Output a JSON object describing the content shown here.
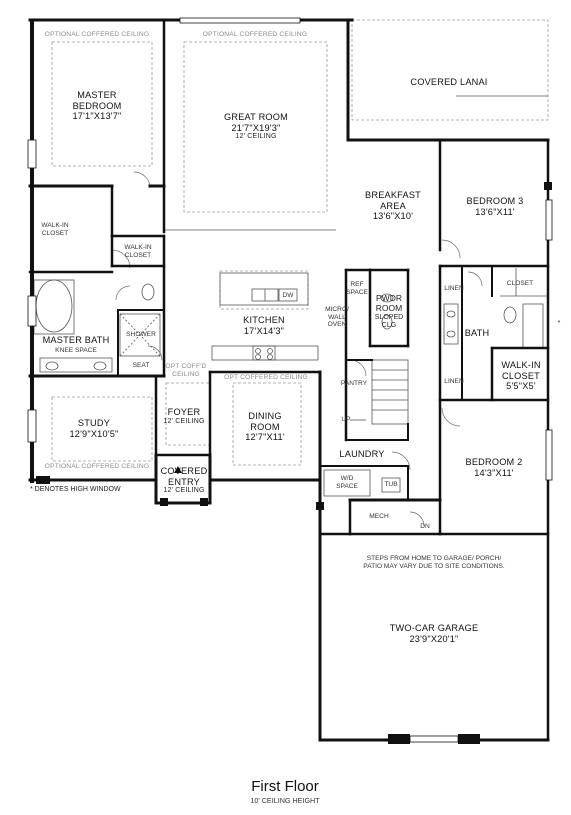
{
  "plan": {
    "title": "First Floor",
    "subtitle": "10' CEILING HEIGHT",
    "high_window_note": "* DENOTES HIGH WINDOW",
    "rooms": {
      "master_bedroom": {
        "name": "MASTER BEDROOM",
        "name_line1": "MASTER",
        "name_line2": "BEDROOM",
        "dims": "17'1\"X13'7\""
      },
      "great_room": {
        "name": "GREAT ROOM",
        "dims": "21'7\"X19'3\"",
        "ceiling": "12' CEILING"
      },
      "covered_lanai": {
        "name": "COVERED LANAI"
      },
      "breakfast_area": {
        "name_line1": "BREAKFAST",
        "name_line2": "AREA",
        "dims": "13'6\"X10'"
      },
      "bedroom_3": {
        "name": "BEDROOM 3",
        "dims": "13'6\"X11'"
      },
      "bedroom_2": {
        "name": "BEDROOM 2",
        "dims": "14'3\"X11'"
      },
      "kitchen": {
        "name": "KITCHEN",
        "dims": "17'X14'3\""
      },
      "dining_room": {
        "name_line1": "DINING",
        "name_line2": "ROOM",
        "dims": "12'7\"X11'"
      },
      "study": {
        "name": "STUDY",
        "dims": "12'9\"X10'5\""
      },
      "foyer": {
        "name": "FOYER",
        "ceiling": "12' CEILING"
      },
      "covered_entry": {
        "name_line1": "COVERED",
        "name_line2": "ENTRY",
        "ceiling": "12' CEILING"
      },
      "master_bath": {
        "name": "MASTER BATH",
        "knee_space": "KNEE SPACE"
      },
      "laundry": {
        "name": "LAUNDRY"
      },
      "two_car_garage": {
        "name": "TWO-CAR GARAGE",
        "dims": "23'9\"X20'1\""
      },
      "walkin_closet_bed2": {
        "name_line1": "WALK-IN",
        "name_line2": "CLOSET",
        "dims": "5'5\"X5'"
      },
      "bath": {
        "name": "BATH"
      },
      "pwdr_room": {
        "line1": "PWDR",
        "line2": "ROOM",
        "line3": "SLOPED",
        "line4": "CLG"
      }
    },
    "small_labels": {
      "walkin_closet_left": [
        "WALK-IN",
        "CLOSET"
      ],
      "walkin_closet_mid": [
        "WALK-IN",
        "CLOSET"
      ],
      "shower": "SHOWER",
      "seat": "SEAT",
      "linen_top": "LINEN",
      "linen_bottom": "LINEN",
      "closet": "CLOSET",
      "ref_space": [
        "REF",
        "SPACE"
      ],
      "micro_wall_oven": [
        "MICRO/",
        "WALL",
        "OVEN"
      ],
      "pantry": "PANTRY",
      "up": "UP",
      "wd_space": [
        "W/D",
        "SPACE"
      ],
      "tub": "TUB",
      "mech": "MECH",
      "dn": "DN",
      "dw": "DW",
      "opt_coffd_ceiling": [
        "OPT COFF'D",
        "CEILING"
      ],
      "steps_note": [
        "STEPS FROM HOME TO GARAGE/ PORCH/",
        "PATIO MAY VARY DUE TO SITE CONDITIONS."
      ],
      "asterisk": "*"
    },
    "optional_ceilings": {
      "master": "OPTIONAL COFFERED CEILING",
      "great": "OPTIONAL COFFERED CEILING",
      "study": "OPTIONAL COFFERED CEILING",
      "dining": "OPT COFFERED CEILING"
    }
  }
}
